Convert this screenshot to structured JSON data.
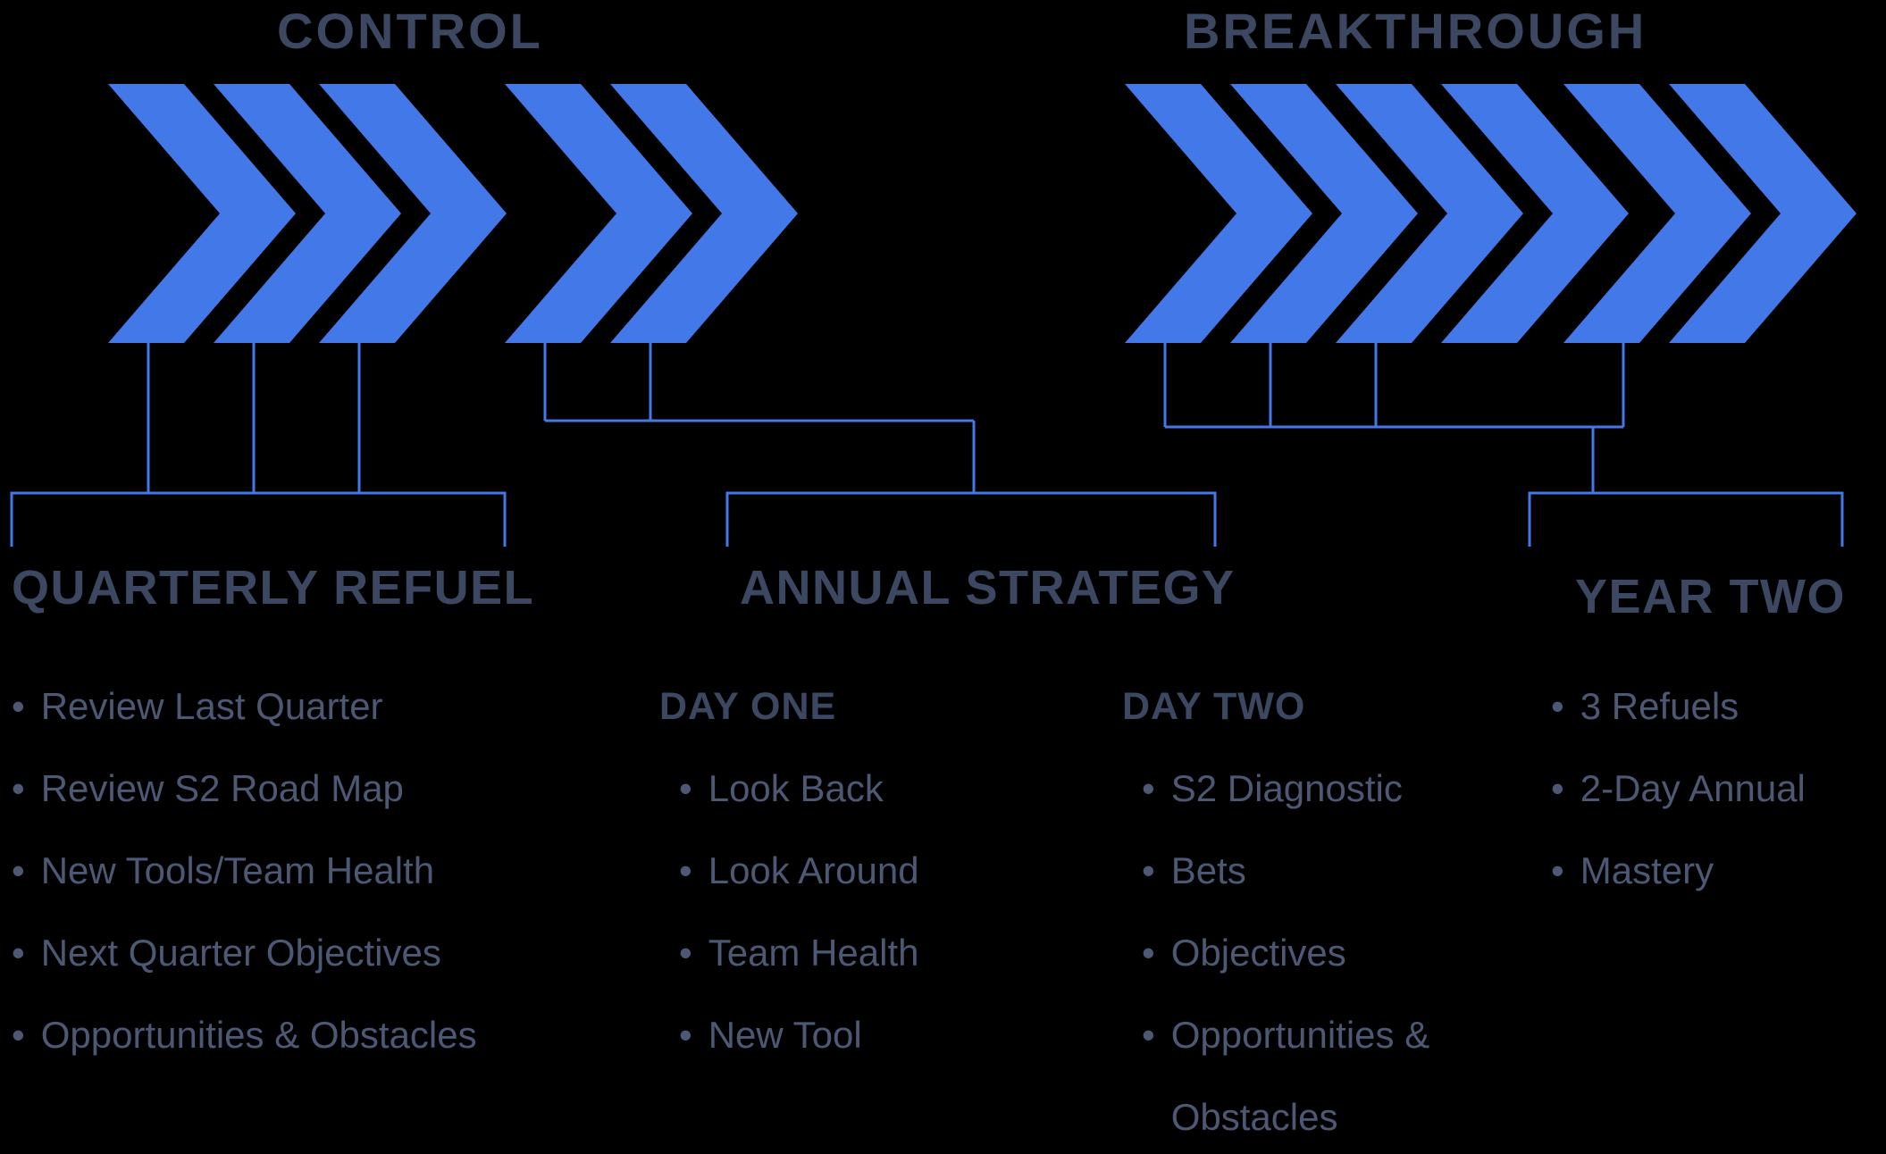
{
  "colors": {
    "background": "#000000",
    "arrow": "#4278E8",
    "connector": "#4278E8",
    "heading": "#3C4861",
    "body": "#4C5874"
  },
  "phases": [
    {
      "label": "CONTROL"
    },
    {
      "label": "BREAKTHROUGH"
    }
  ],
  "sections": {
    "quarterly": {
      "title": "QUARTERLY REFUEL",
      "bullets": [
        "Review Last Quarter",
        "Review S2 Road Map",
        "New Tools/Team Health",
        "Next Quarter Objectives",
        "Opportunities & Obstacles"
      ]
    },
    "annual": {
      "title": "ANNUAL STRATEGY",
      "day_one": {
        "header": "DAY ONE",
        "bullets": [
          "Look Back",
          "Look Around",
          "Team Health",
          "New Tool"
        ]
      },
      "day_two": {
        "header": "DAY TWO",
        "bullets": [
          "S2 Diagnostic",
          "Bets",
          "Objectives",
          "Opportunities & Obstacles"
        ]
      }
    },
    "year_two": {
      "title": "YEAR TWO",
      "bullets": [
        "3 Refuels",
        "2-Day Annual",
        "Mastery"
      ]
    }
  }
}
